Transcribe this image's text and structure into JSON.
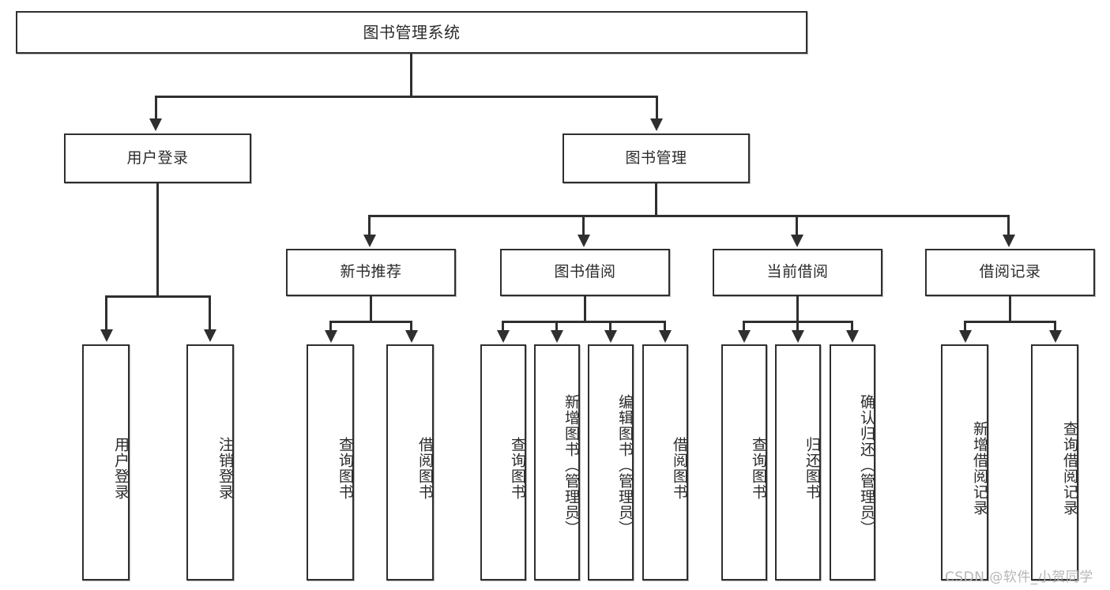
{
  "diagram": {
    "type": "tree-hierarchy",
    "title": "图书管理系统",
    "root": {
      "label": "图书管理系统",
      "level": 0
    },
    "level1": [
      {
        "label": "用户登录"
      },
      {
        "label": "图书管理"
      }
    ],
    "level2": [
      {
        "label": "新书推荐",
        "parent": "图书管理"
      },
      {
        "label": "图书借阅",
        "parent": "图书管理"
      },
      {
        "label": "当前借阅",
        "parent": "图书管理"
      },
      {
        "label": "借阅记录",
        "parent": "图书管理"
      }
    ],
    "leaves": {
      "user_login": [
        {
          "label": "用户登录"
        },
        {
          "label": "注销登录"
        }
      ],
      "new_book_recommend": [
        {
          "label": "查询图书"
        },
        {
          "label": "借阅图书"
        }
      ],
      "book_borrow": [
        {
          "label": "查询图书"
        },
        {
          "label": "新增图书（管理员）"
        },
        {
          "label": "编辑图书（管理员）"
        },
        {
          "label": "借阅图书"
        }
      ],
      "current_borrow": [
        {
          "label": "查询图书"
        },
        {
          "label": "归还图书"
        },
        {
          "label": "确认归还（管理员）"
        }
      ],
      "borrow_record": [
        {
          "label": "新增借阅记录"
        },
        {
          "label": "查询借阅记录"
        }
      ]
    }
  },
  "watermark": {
    "text": "CSDN @软件_小贺同学"
  },
  "colors": {
    "stroke": "#2f2f2f",
    "fill": "#ffffff",
    "text": "#2b2b2b",
    "watermark": "#b6b6b6",
    "background": "#ffffff"
  }
}
